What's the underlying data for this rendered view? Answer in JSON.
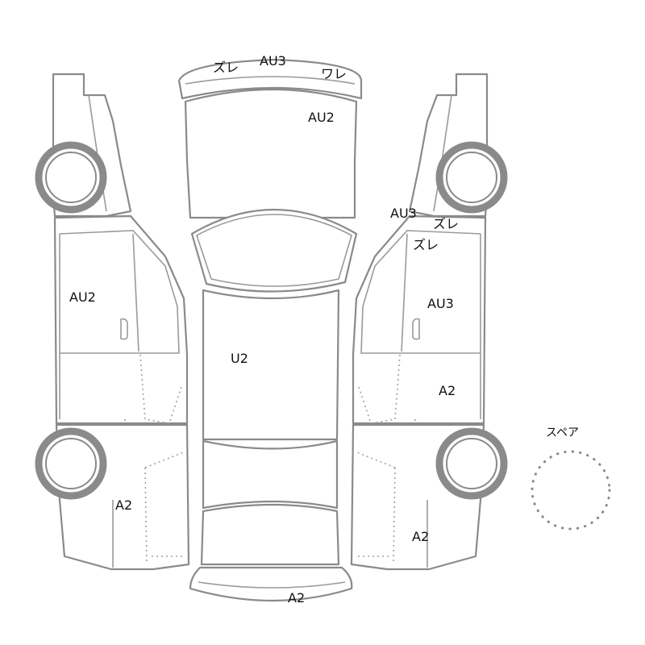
{
  "diagram": {
    "labels": {
      "roof_front_left": "ズレ",
      "roof_front_center": "AU3",
      "roof_front_right": "ワレ",
      "hood": "AU2",
      "right_pillar_code": "AU3",
      "right_pillar_mark_1": "ズレ",
      "right_pillar_mark_2": "ズレ",
      "left_front_door": "AU2",
      "right_front_door": "AU3",
      "roof_center": "U2",
      "right_rear_door": "A2",
      "left_rear_fender": "A2",
      "right_rear_fender": "A2",
      "rear_bumper": "A2",
      "spare": "スペア"
    }
  }
}
